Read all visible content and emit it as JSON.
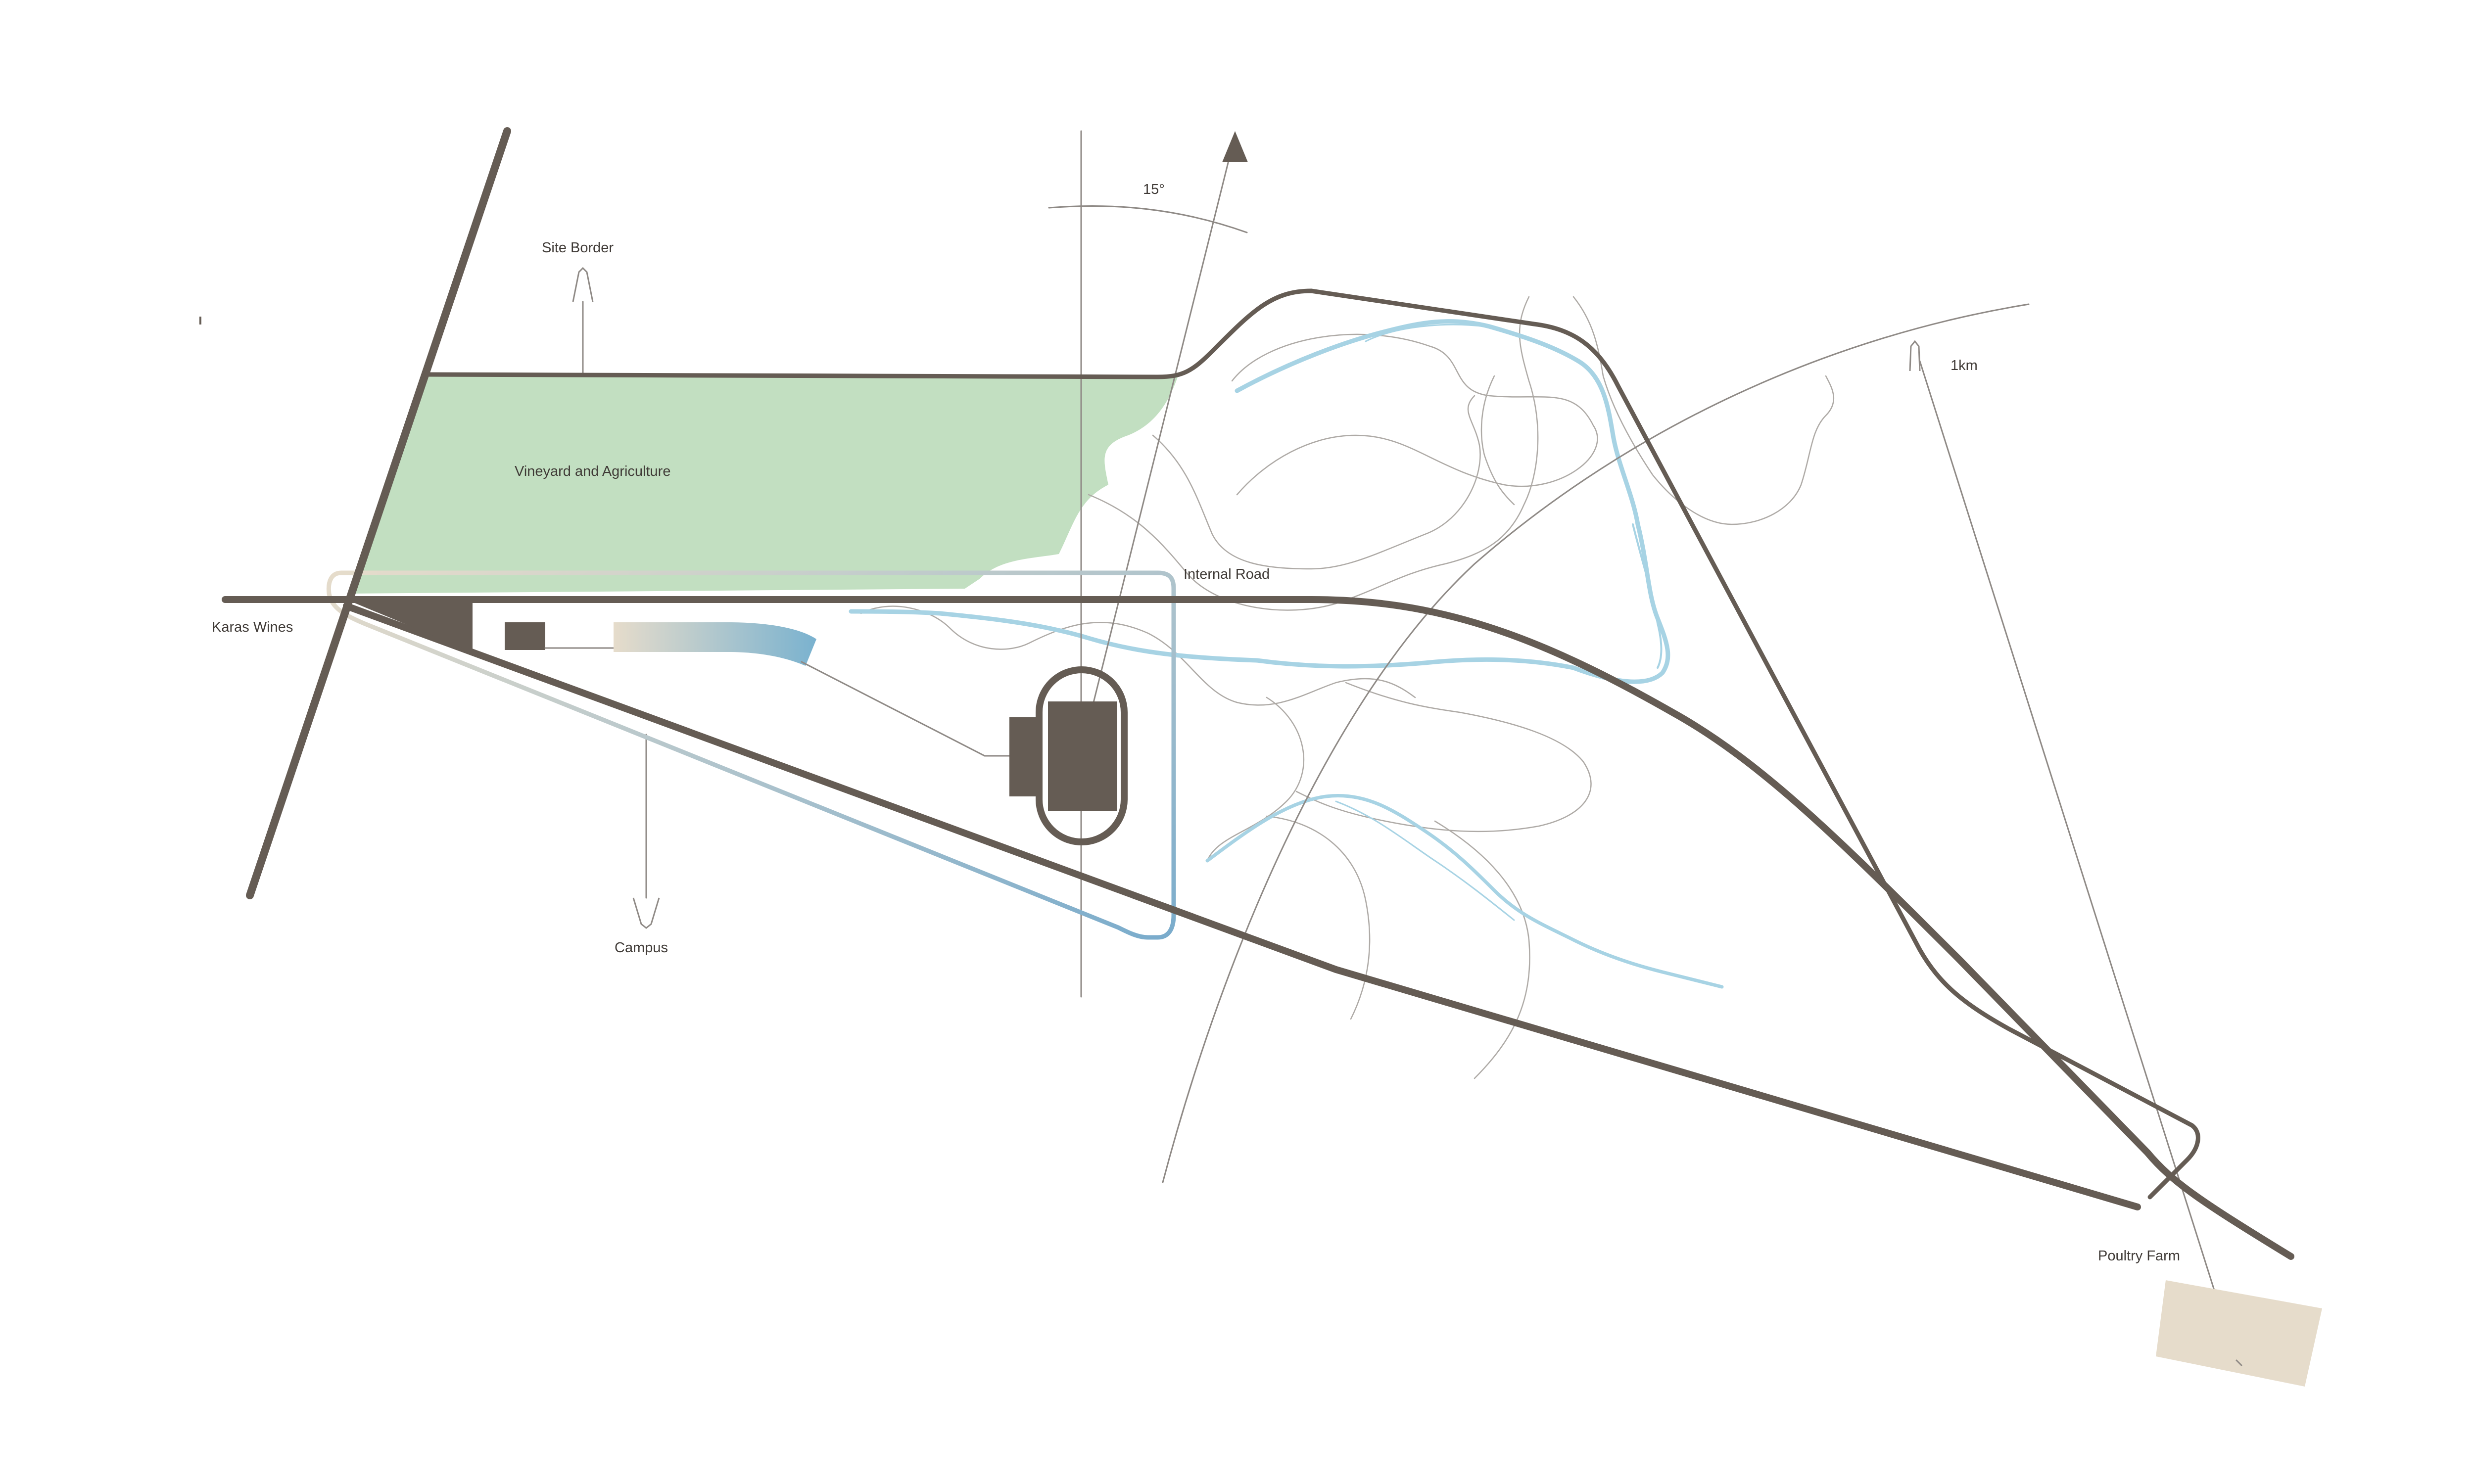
{
  "labels": {
    "site_border": "Site Border",
    "vineyard": "Vineyard and Agriculture",
    "karas_wines": "Karas Wines",
    "internal_road": "Internal Road",
    "campus": "Campus",
    "poultry_farm": "Poultry Farm",
    "scale": "1km",
    "angle": "15°"
  },
  "colors": {
    "road": "#655c54",
    "vineyard": "#c2dfc1",
    "river": "#a7d3e4",
    "campus_outline": "#7aaccc",
    "poultry_farm": "#e6dccb",
    "building": "#655c54",
    "contour": "#aeaaa6"
  },
  "icons": {
    "north_arrow": "north-arrow-icon",
    "border_arrow": "up-arrow-icon",
    "campus_arrow": "down-arrow-icon",
    "scale_arrow": "up-arrow-icon"
  }
}
